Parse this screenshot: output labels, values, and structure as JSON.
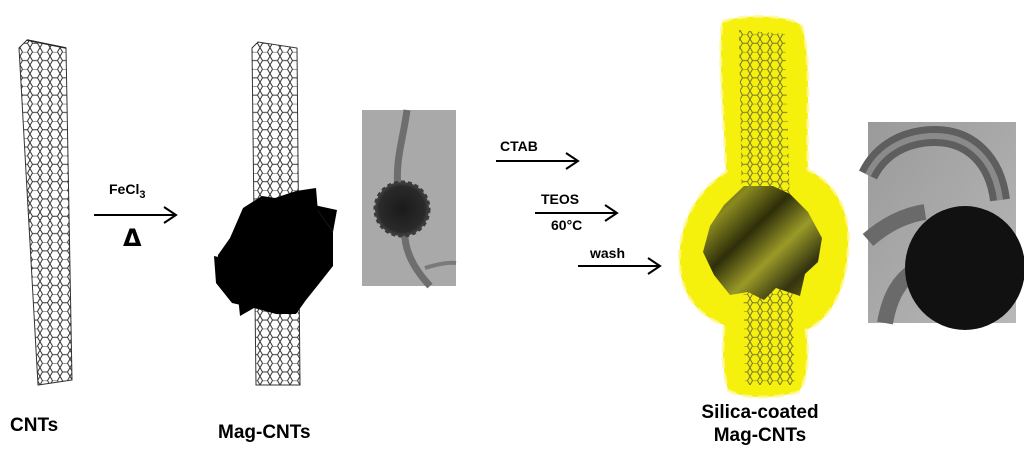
{
  "stages": {
    "cnt": {
      "label": "CNTs"
    },
    "mag": {
      "label": "Mag-CNTs"
    },
    "silica": {
      "label_line1": "Silica-coated",
      "label_line2": "Mag-CNTs"
    }
  },
  "steps": {
    "step1": {
      "reagent": "FeCl",
      "subscript": "3",
      "condition": "Δ"
    },
    "step2": {
      "ctab": "CTAB",
      "teos": "TEOS",
      "temperature": "60°C",
      "wash": "wash"
    }
  },
  "colors": {
    "tube_line": "#333333",
    "nanoparticle": "#000000",
    "silica_shell": "#f5ef00",
    "tem_background": "#a8a8a8",
    "tem_particle": "#1e1e1e"
  },
  "icons": {
    "arrow": "right-arrow",
    "tube": "hexagonal-lattice-tube",
    "particle": "spiky-nanoparticle"
  }
}
